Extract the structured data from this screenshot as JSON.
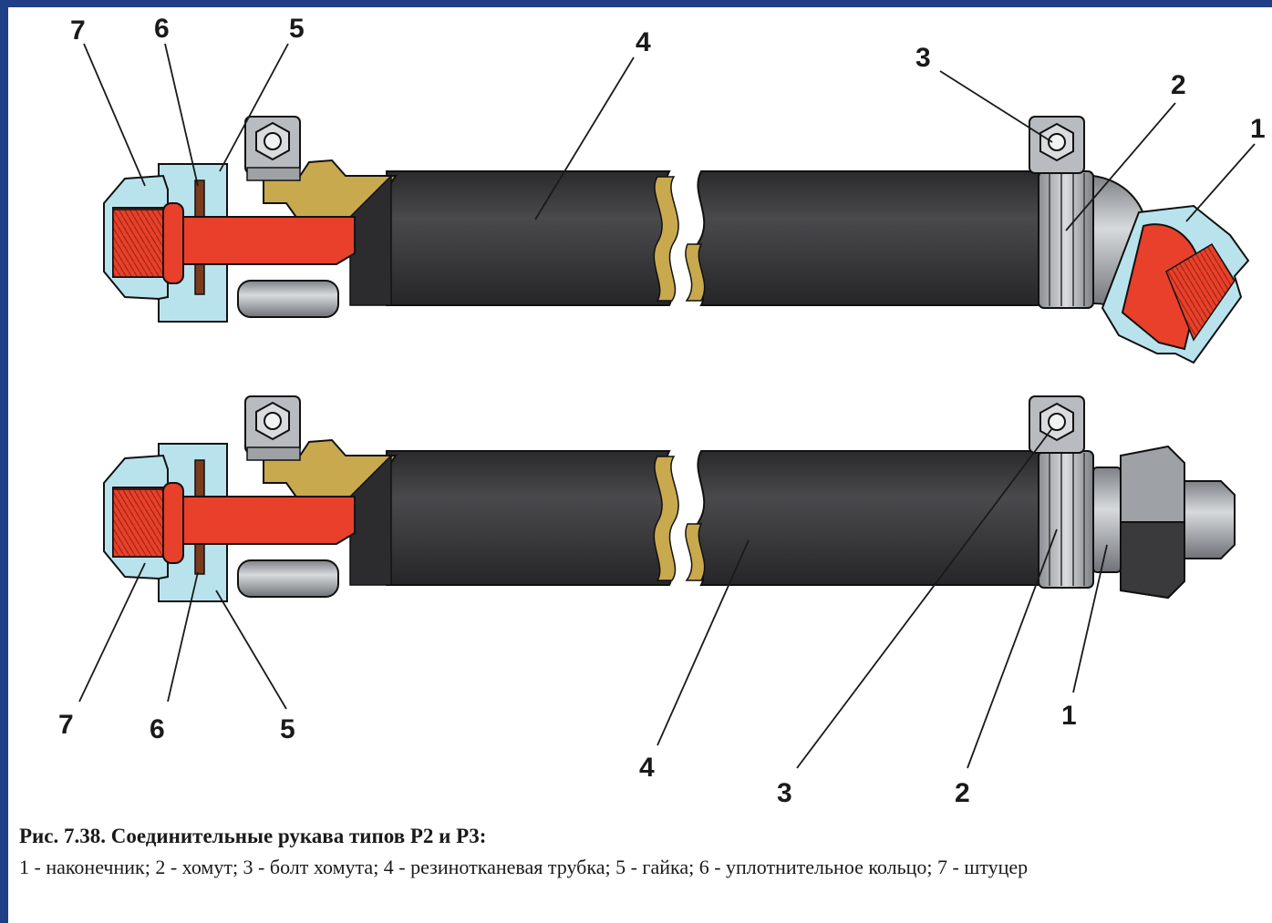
{
  "labels": {
    "top_7": "7",
    "top_6": "6",
    "top_5": "5",
    "top_4": "4",
    "top_3": "3",
    "top_2": "2",
    "top_1": "1",
    "bot_7": "7",
    "bot_6": "6",
    "bot_5": "5",
    "bot_4": "4",
    "bot_3": "3",
    "bot_2": "2",
    "bot_1": "1"
  },
  "caption": {
    "title": "Рис. 7.38. Соединительные рукава типов Р2 и Р3:",
    "text": "1 - наконечник; 2 - хомут; 3 - болт хомута; 4 - резинотканевая трубка; 5 - гайка; 6 - уплотнительное кольцо; 7 - штуцер"
  },
  "colors": {
    "frame": "#1f3f86",
    "hose": "#3a3a3c",
    "fitting_cutaway": "#b9e3ec",
    "nipple": "#e8402a",
    "fabric_layer": "#c9a94e",
    "clamp": "#a9adb1"
  }
}
